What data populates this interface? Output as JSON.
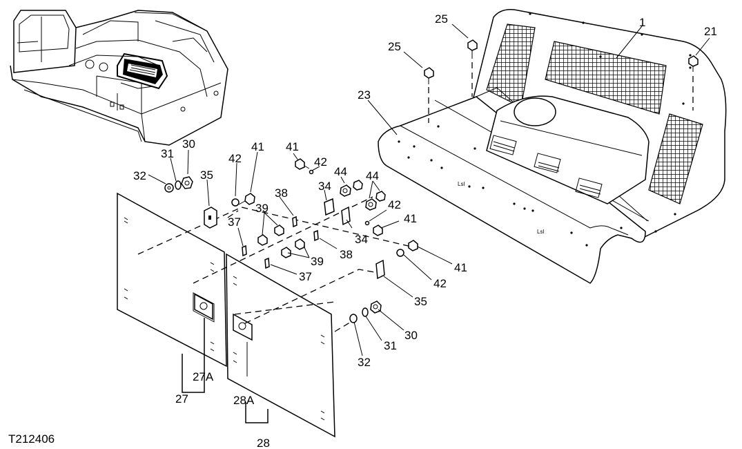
{
  "figure_id": "T212406",
  "callouts": {
    "c1": "1",
    "c21": "21",
    "c23": "23",
    "c25a": "25",
    "c25b": "25",
    "c30a": "30",
    "c31a": "31",
    "c32a": "32",
    "c35a": "35",
    "c42a": "42",
    "c41a": "41",
    "c41b": "41",
    "c42b": "42",
    "c44a": "44",
    "c44b": "44",
    "c38a": "38",
    "c34a": "34",
    "c39a": "39",
    "c37a": "37",
    "c42c": "42",
    "c41c": "41",
    "c34b": "34",
    "c38b": "38",
    "c39b": "39",
    "c37b": "37",
    "c41d": "41",
    "c42d": "42",
    "c35b": "35",
    "c30b": "30",
    "c31b": "31",
    "c32b": "32",
    "c27a": "27A",
    "c27": "27",
    "c28a": "28A",
    "c28": "28"
  }
}
